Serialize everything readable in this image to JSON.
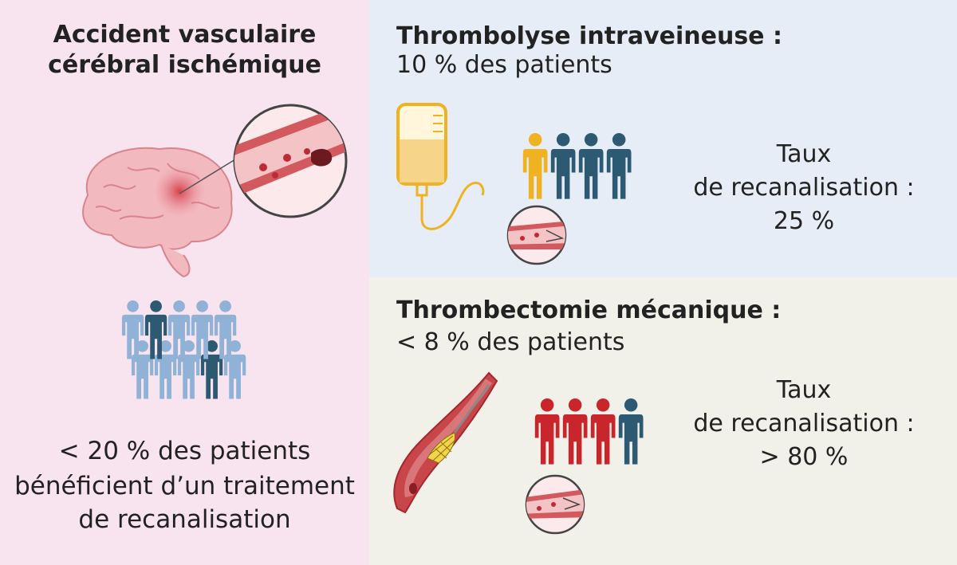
{
  "left": {
    "title_line1": "Accident vasculaire",
    "title_line2": "cérébral ischémique",
    "caption_line1": "< 20 % des patients",
    "caption_line2": "bénéficient d’un traitement",
    "caption_line3": "de recanalisation"
  },
  "thrombolysis": {
    "title": "Thrombolyse intraveineuse :",
    "subtitle": "10 % des patients",
    "rate_line1": "Taux",
    "rate_line2": "de recanalisation :",
    "rate_value": "25 %"
  },
  "thrombectomy": {
    "title": "Thrombectomie mécanique :",
    "subtitle": "< 8 % des patients",
    "rate_line1": "Taux",
    "rate_line2": "de recanalisation :",
    "rate_value": "> 80 %"
  },
  "colors": {
    "left_bg": "#f7e4ee",
    "top_right_bg": "#e6edf6",
    "bottom_right_bg": "#f1f1e9",
    "person_dark": "#2c5a73",
    "person_light": "#8fb2d6",
    "person_yellow": "#efb321",
    "person_red": "#c9252d",
    "vessel_red": "#c8464a"
  }
}
